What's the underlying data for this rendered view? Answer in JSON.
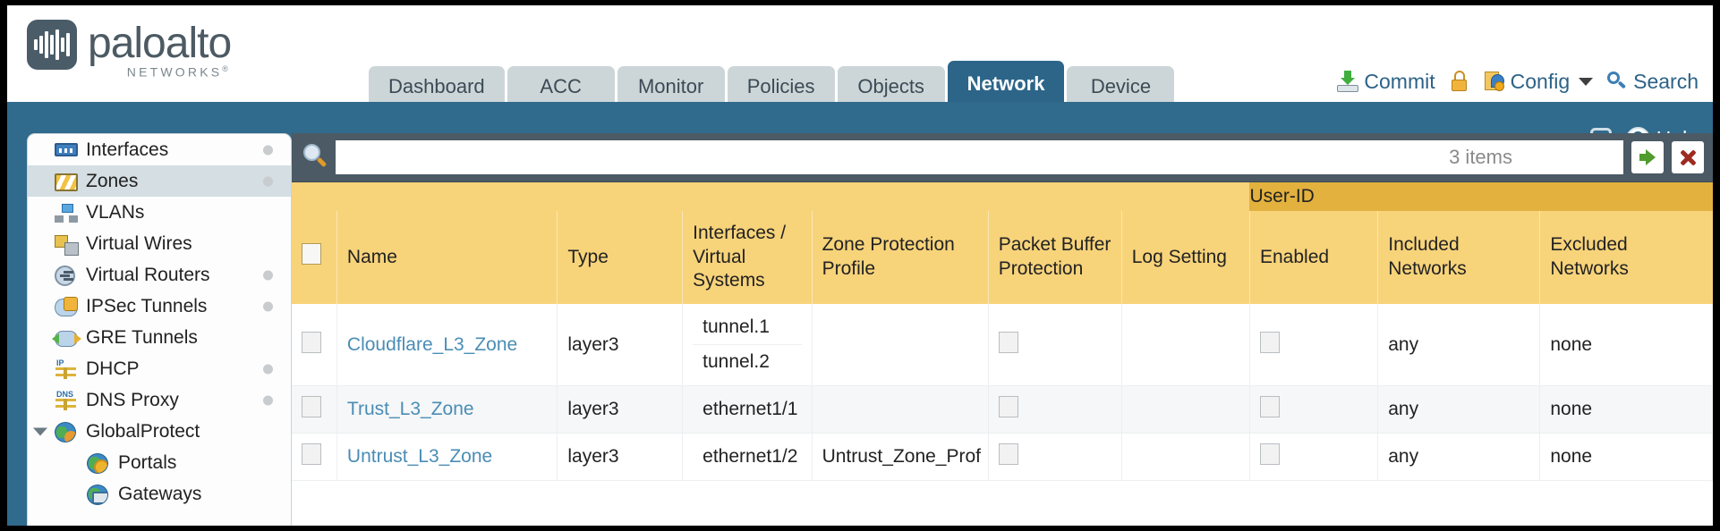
{
  "brand": {
    "name": "paloalto",
    "tagline": "NETWORKS",
    "registered": "®"
  },
  "top_tabs": [
    {
      "label": "Dashboard",
      "active": false
    },
    {
      "label": "ACC",
      "active": false
    },
    {
      "label": "Monitor",
      "active": false
    },
    {
      "label": "Policies",
      "active": false
    },
    {
      "label": "Objects",
      "active": false
    },
    {
      "label": "Network",
      "active": true
    },
    {
      "label": "Device",
      "active": false
    }
  ],
  "header_actions": {
    "commit": "Commit",
    "config": "Config",
    "search": "Search",
    "lock_icon": "lock-icon",
    "commit_icon": "commit-icon",
    "config_icon": "config-icon",
    "search_icon": "search-icon",
    "config_caret": "chevron-down-icon"
  },
  "toolbar": {
    "refresh_icon": "refresh-icon",
    "help_label": "Help",
    "help_glyph": "?"
  },
  "sidebar": {
    "items": [
      {
        "label": "Interfaces",
        "icon": "interfaces-icon",
        "selected": false,
        "child": false,
        "dot": true,
        "expander": false
      },
      {
        "label": "Zones",
        "icon": "zones-icon",
        "selected": true,
        "child": false,
        "dot": true,
        "expander": false
      },
      {
        "label": "VLANs",
        "icon": "vlans-icon",
        "selected": false,
        "child": false,
        "dot": false,
        "expander": false
      },
      {
        "label": "Virtual Wires",
        "icon": "virtual-wires-icon",
        "selected": false,
        "child": false,
        "dot": false,
        "expander": false
      },
      {
        "label": "Virtual Routers",
        "icon": "virtual-routers-icon",
        "selected": false,
        "child": false,
        "dot": true,
        "expander": false
      },
      {
        "label": "IPSec Tunnels",
        "icon": "ipsec-tunnels-icon",
        "selected": false,
        "child": false,
        "dot": true,
        "expander": false
      },
      {
        "label": "GRE Tunnels",
        "icon": "gre-tunnels-icon",
        "selected": false,
        "child": false,
        "dot": false,
        "expander": false
      },
      {
        "label": "DHCP",
        "icon": "dhcp-icon",
        "selected": false,
        "child": false,
        "dot": true,
        "expander": false
      },
      {
        "label": "DNS Proxy",
        "icon": "dns-proxy-icon",
        "selected": false,
        "child": false,
        "dot": true,
        "expander": false
      },
      {
        "label": "GlobalProtect",
        "icon": "globalprotect-icon",
        "selected": false,
        "child": false,
        "dot": false,
        "expander": true
      },
      {
        "label": "Portals",
        "icon": "portals-icon",
        "selected": false,
        "child": true,
        "dot": false,
        "expander": false
      },
      {
        "label": "Gateways",
        "icon": "gateways-icon",
        "selected": false,
        "child": true,
        "dot": false,
        "expander": false
      }
    ]
  },
  "search": {
    "value": "",
    "placeholder": "",
    "item_count": "3 items",
    "apply_icon": "apply-filter-icon",
    "clear_icon": "clear-filter-icon",
    "magnifier_icon": "search-icon"
  },
  "table": {
    "group_header": {
      "label": "User-ID",
      "span": 3
    },
    "columns": [
      "Name",
      "Type",
      "Interfaces / Virtual Systems",
      "Zone Protection Profile",
      "Packet Buffer Protection",
      "Log Setting",
      "Enabled",
      "Included Networks",
      "Excluded Networks"
    ],
    "rows": [
      {
        "name": "Cloudflare_L3_Zone",
        "type": "layer3",
        "interfaces": [
          "tunnel.1",
          "tunnel.2"
        ],
        "zone_protection_profile": "",
        "packet_buffer_protection": false,
        "log_setting": "",
        "userid_enabled": false,
        "included_networks": "any",
        "excluded_networks": "none"
      },
      {
        "name": "Trust_L3_Zone",
        "type": "layer3",
        "interfaces": [
          "ethernet1/1"
        ],
        "zone_protection_profile": "",
        "packet_buffer_protection": false,
        "log_setting": "",
        "userid_enabled": false,
        "included_networks": "any",
        "excluded_networks": "none"
      },
      {
        "name": "Untrust_L3_Zone",
        "type": "layer3",
        "interfaces": [
          "ethernet1/2"
        ],
        "zone_protection_profile": "Untrust_Zone_Prof",
        "packet_buffer_protection": false,
        "log_setting": "",
        "userid_enabled": false,
        "included_networks": "any",
        "excluded_networks": "none"
      }
    ]
  },
  "colors": {
    "brand_blue": "#306a8c",
    "active_tab": "#2d6589",
    "header_amber": "#f7d37a",
    "group_amber": "#e2b13e",
    "link_blue": "#4a8db5"
  }
}
